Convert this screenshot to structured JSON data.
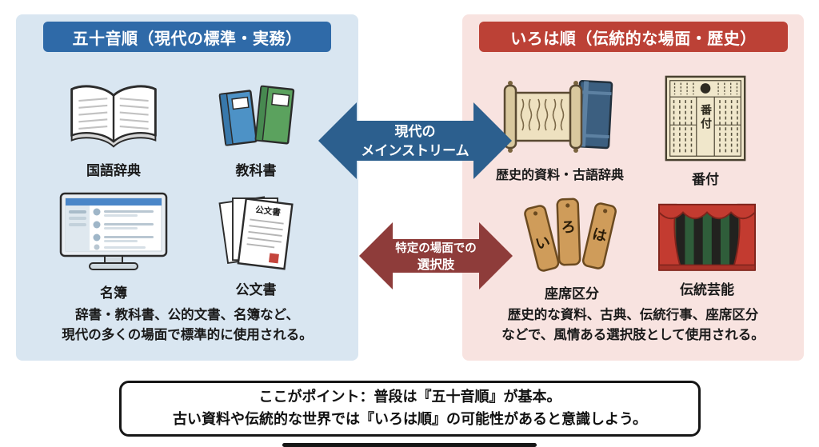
{
  "colors": {
    "left_panel_bg": "#d9e6f1",
    "left_header_bg": "#2f6aa8",
    "right_panel_bg": "#f8e3e0",
    "right_header_bg": "#bc4136",
    "top_arrow": "#2c5f8e",
    "bottom_arrow": "#8e3c3a"
  },
  "left_panel": {
    "title": "五十音順（現代の標準・実務）",
    "items": {
      "dictionary": {
        "label": "国語辞典"
      },
      "textbook": {
        "label": "教科書"
      },
      "roster": {
        "label": "名簿"
      },
      "document": {
        "label": "公文書",
        "page_title": "公文書"
      }
    },
    "description": {
      "line1": "辞書・教科書、公的文書、名簿など、",
      "line2": "現代の多くの場面で標準的に使用される。"
    }
  },
  "right_panel": {
    "title": "いろは順（伝統的な場面・歴史）",
    "items": {
      "historical": {
        "label": "歴史的資料・古語辞典"
      },
      "banzuke": {
        "label": "番付",
        "sheet_title": "番付"
      },
      "seating": {
        "label": "座席区分",
        "tag1": "い",
        "tag2": "ろ",
        "tag3": "は"
      },
      "arts": {
        "label": "伝統芸能"
      }
    },
    "description": {
      "line1": "歴史的な資料、古典、伝統行事、座席区分",
      "line2": "などで、風情ある選択肢として使用される。"
    }
  },
  "arrows": {
    "top": {
      "line1": "現代の",
      "line2": "メインストリーム"
    },
    "bottom": {
      "line1": "特定の場面での",
      "line2": "選択肢"
    }
  },
  "footer": {
    "line1": "ここがポイント：普段は『五十音順』が基本。",
    "line2": "古い資料や伝統的な世界では『いろは順』の可能性があると意識しよう。"
  }
}
